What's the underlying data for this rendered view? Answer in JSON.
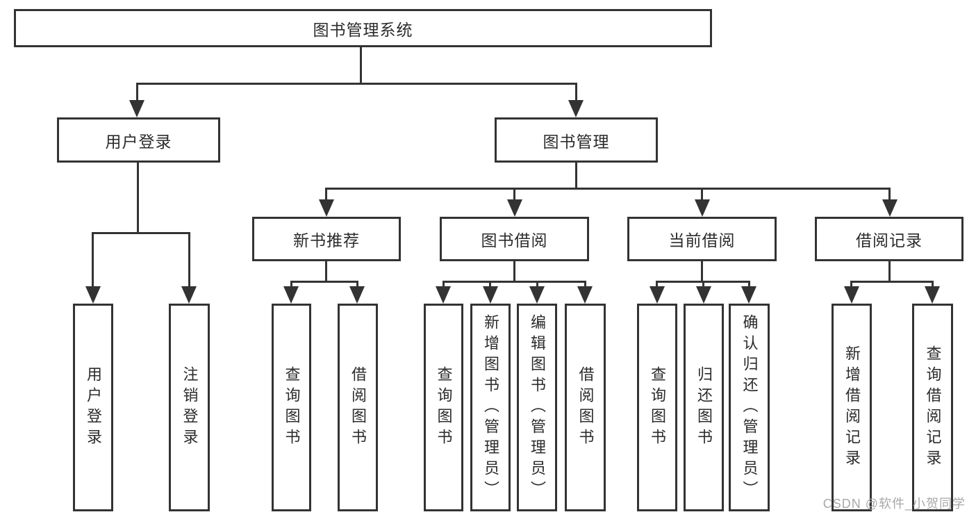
{
  "diagram": {
    "type": "hierarchy-tree",
    "root": {
      "label": "图书管理系统"
    },
    "level2": [
      {
        "label": "用户登录",
        "parent": "图书管理系统"
      },
      {
        "label": "图书管理",
        "parent": "图书管理系统"
      }
    ],
    "level3": [
      {
        "label": "新书推荐",
        "parent": "图书管理"
      },
      {
        "label": "图书借阅",
        "parent": "图书管理"
      },
      {
        "label": "当前借阅",
        "parent": "图书管理"
      },
      {
        "label": "借阅记录",
        "parent": "图书管理"
      }
    ],
    "level4": [
      {
        "label": "用户登录",
        "parent": "用户登录"
      },
      {
        "label": "注销登录",
        "parent": "用户登录"
      },
      {
        "label": "查询图书",
        "parent": "新书推荐"
      },
      {
        "label": "借阅图书",
        "parent": "新书推荐"
      },
      {
        "label": "查询图书",
        "parent": "图书借阅"
      },
      {
        "label": "新增图书（管理员）",
        "parent": "图书借阅"
      },
      {
        "label": "编辑图书（管理员）",
        "parent": "图书借阅"
      },
      {
        "label": "借阅图书",
        "parent": "图书借阅"
      },
      {
        "label": "查询图书",
        "parent": "当前借阅"
      },
      {
        "label": "归还图书",
        "parent": "当前借阅"
      },
      {
        "label": "确认归还（管理员）",
        "parent": "当前借阅"
      },
      {
        "label": "新增借阅记录",
        "parent": "借阅记录"
      },
      {
        "label": "查询借阅记录",
        "parent": "借阅记录"
      }
    ]
  },
  "watermark": {
    "text": "CSDN @软件_小贺同学"
  },
  "colors": {
    "line": "#333333",
    "text": "#2b2b2b",
    "watermark": "#a8a8a8",
    "background": "#ffffff"
  }
}
